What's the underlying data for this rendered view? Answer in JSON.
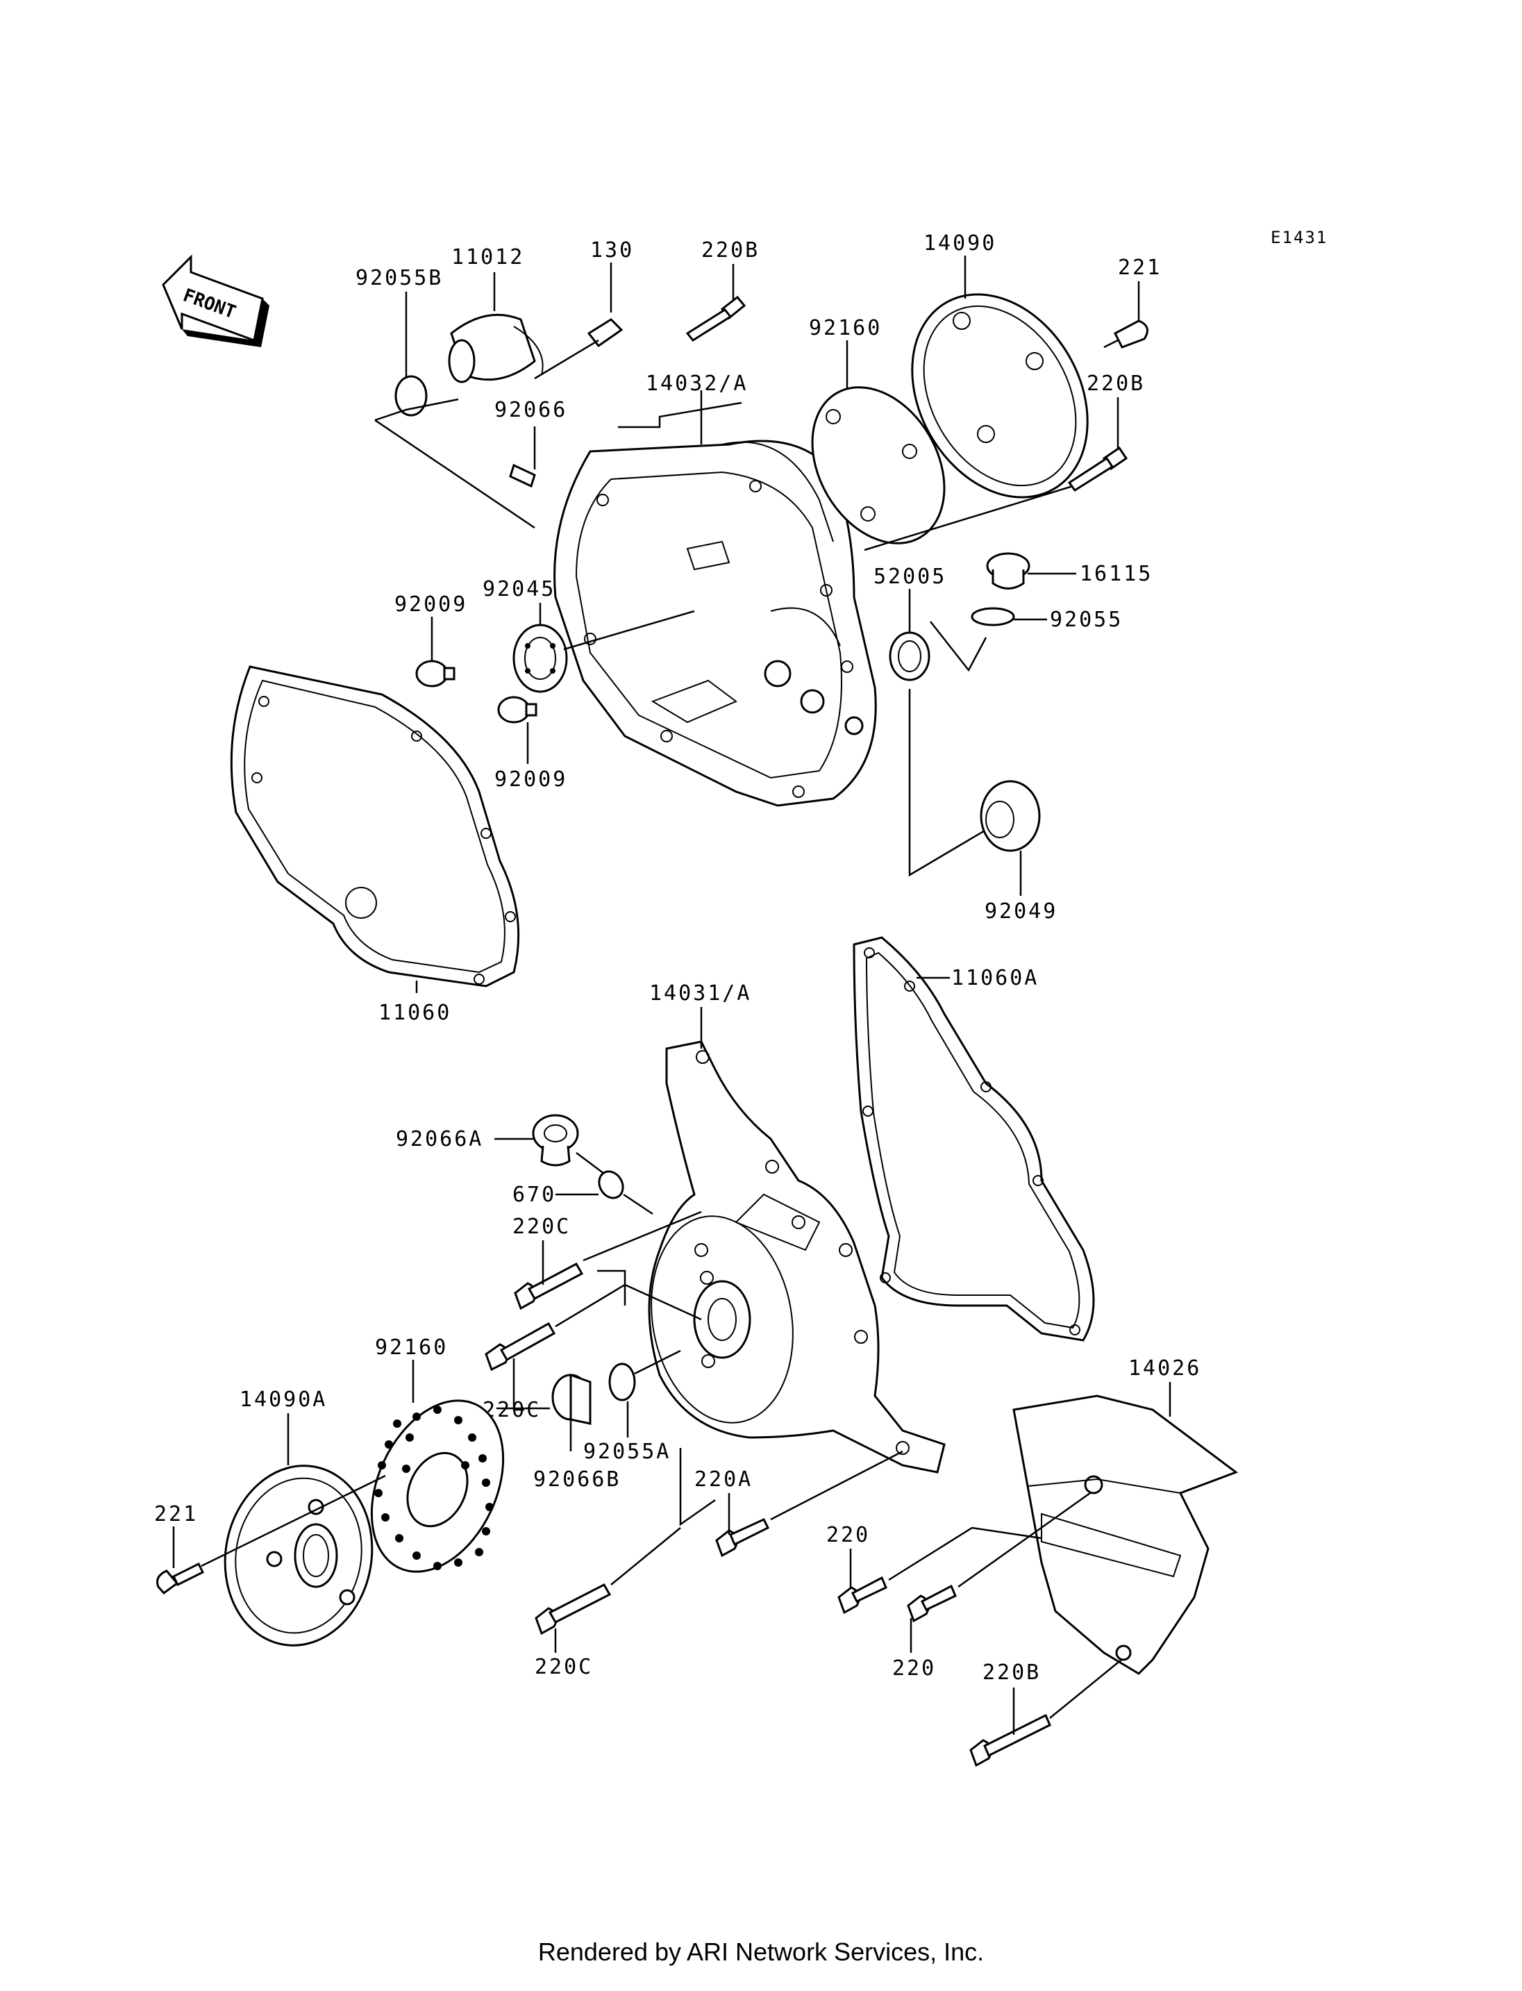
{
  "diagram": {
    "code": "E1431",
    "front_label": "FRONT",
    "footer": "Rendered by ARI Network Services, Inc.",
    "labels": {
      "p11012": "11012",
      "p130": "130",
      "p220B_top": "220B",
      "p14090": "14090",
      "p221_top": "221",
      "p92055B": "92055B",
      "p92160_top": "92160",
      "p14032A": "14032/A",
      "p220B_right": "220B",
      "p92066": "92066",
      "p16115": "16115",
      "p52005": "52005",
      "p92055": "92055",
      "p92045": "92045",
      "p92009_a": "92009",
      "p92009_b": "92009",
      "p92049": "92049",
      "p11060": "11060",
      "p11060A": "11060A",
      "p14031A": "14031/A",
      "p92066A": "92066A",
      "p670": "670",
      "p220C_a": "220C",
      "p92160_low": "92160",
      "p14090A": "14090A",
      "p220C_b": "220C",
      "p92055A": "92055A",
      "p92066B": "92066B",
      "p220A": "220A",
      "p221_low": "221",
      "p14026": "14026",
      "p220_a": "220",
      "p220_b": "220",
      "p220C_c": "220C",
      "p220B_low": "220B"
    }
  }
}
